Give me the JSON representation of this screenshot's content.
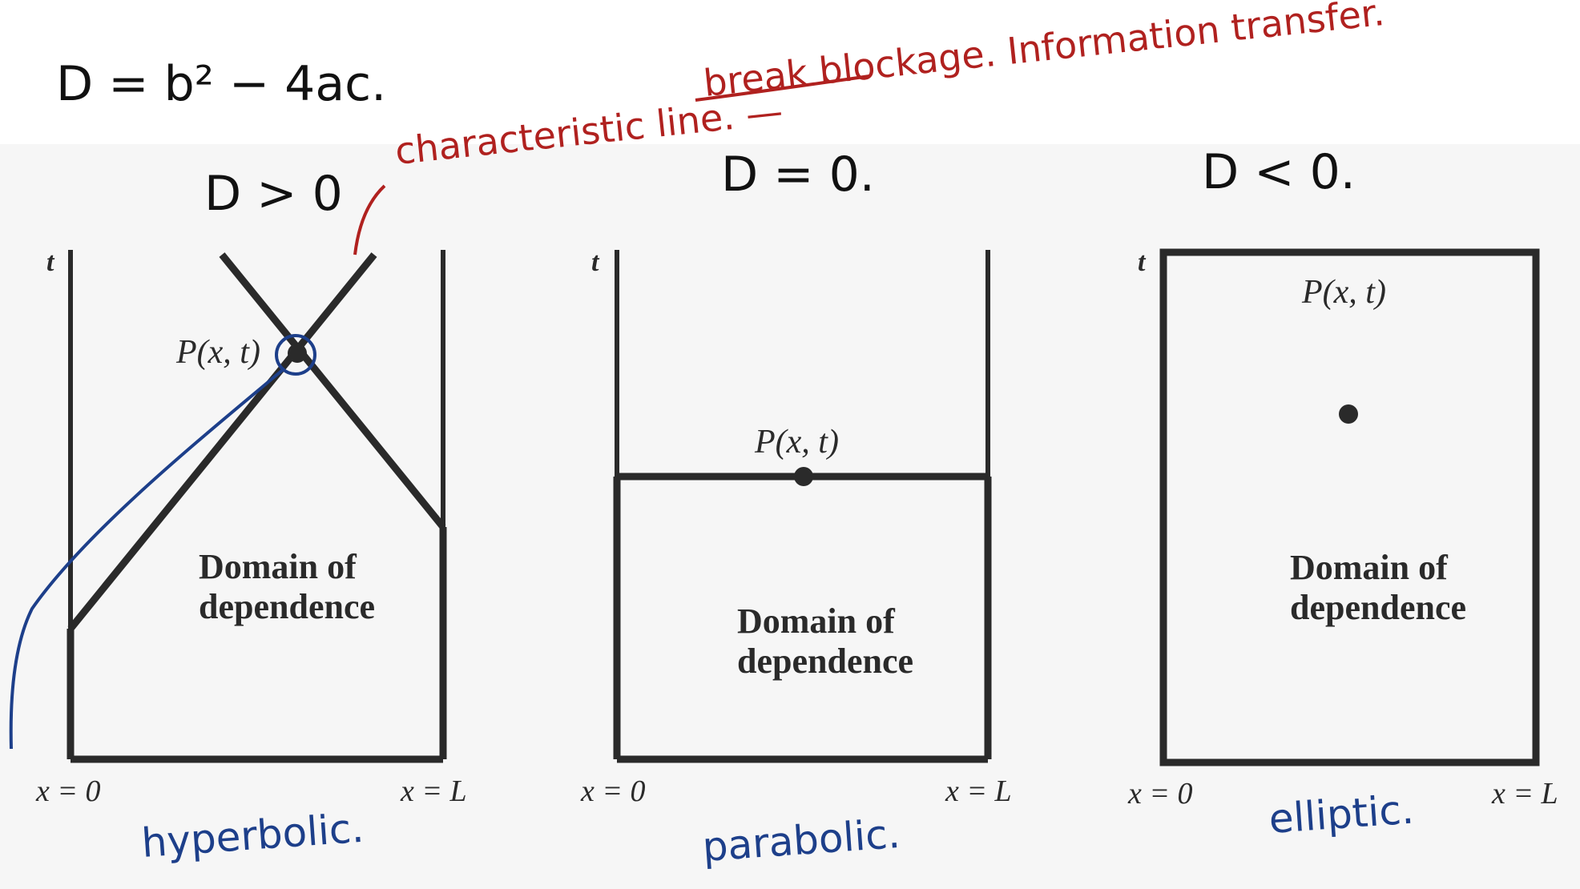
{
  "panels": [
    {
      "name": "hyperbolic",
      "t_label": "t",
      "point_label": "P(x, t)",
      "domain_line1": "Domain of",
      "domain_line2": "dependence",
      "x_left": "x = 0",
      "x_right": "x = L",
      "header_note": "D > 0",
      "type_note": "hyperbolic."
    },
    {
      "name": "parabolic",
      "t_label": "t",
      "point_label": "P(x, t)",
      "domain_line1": "Domain of",
      "domain_line2": "dependence",
      "x_left": "x = 0",
      "x_right": "x = L",
      "header_note": "D = 0.",
      "type_note": "parabolic."
    },
    {
      "name": "elliptic",
      "t_label": "t",
      "point_label": "P(x, t)",
      "domain_line1": "Domain of",
      "domain_line2": "dependence",
      "x_left": "x = 0",
      "x_right": "x = L",
      "header_note": "D < 0.",
      "type_note": "elliptic."
    }
  ],
  "annotations": {
    "formula": "D = b² − 4ac.",
    "characteristic_note": "characteristic line. —",
    "info_note": "break blockage. Information transfer."
  },
  "colors": {
    "ink": "#2a2a2a",
    "red_pen": "#b0211f",
    "blue_pen": "#1d3f8a",
    "black_pen": "#111111"
  }
}
